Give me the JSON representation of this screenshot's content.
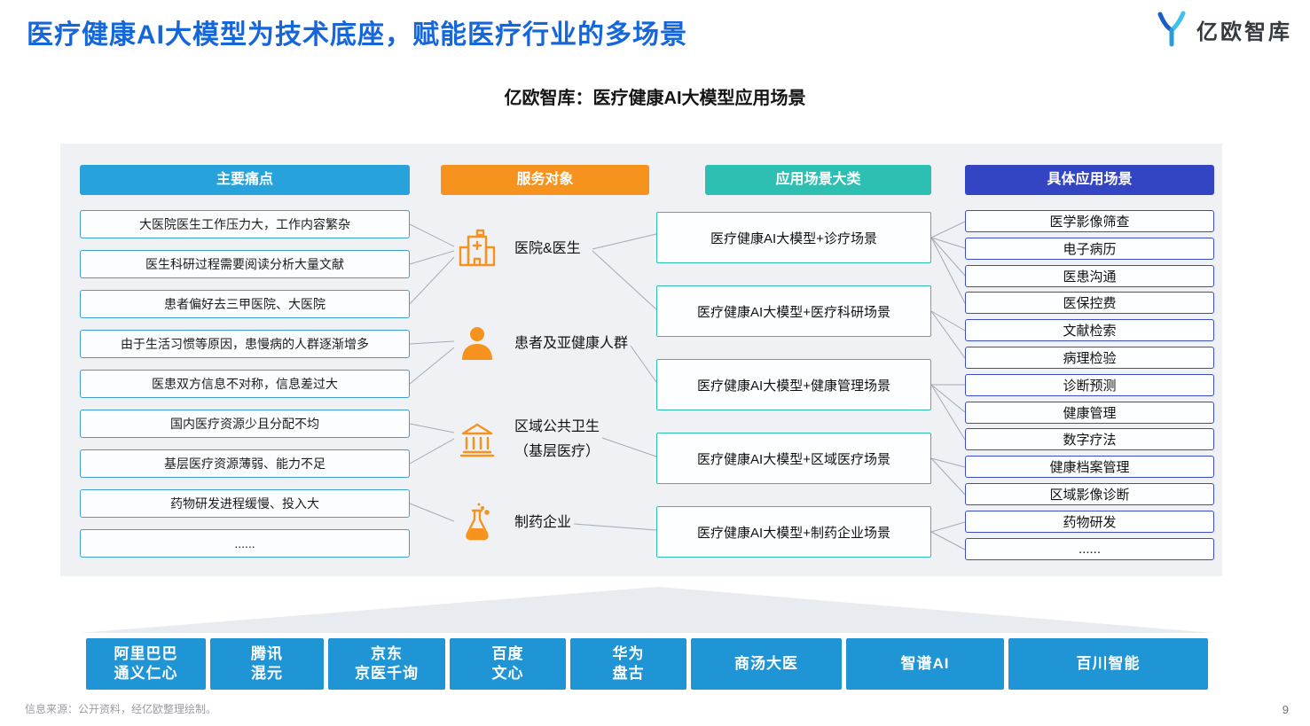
{
  "page": {
    "title": "医疗健康AI大模型为技术底座，赋能医疗行业的多场景",
    "subtitle": "亿欧智库：医疗健康AI大模型应用场景",
    "logo_text": "亿欧智库",
    "footer_source": "信息来源：公开资料，经亿欧整理绘制。",
    "page_number": "9"
  },
  "colors": {
    "title_blue": "#1566D8",
    "pain_header": "#28A2DB",
    "service_header": "#F6921E",
    "category_header": "#2DC0B2",
    "specific_header": "#3445C4",
    "pain_border": "#3E9FD6",
    "category_border": "#2FBEB1",
    "specific_border": "#3A4CC6",
    "company_blue": "#2095D5",
    "panel_bg": "#EFF1F5",
    "icon_orange": "#F6921E"
  },
  "pain_points": {
    "header": "主要痛点",
    "items": [
      "大医院医生工作压力大，工作内容繁杂",
      "医生科研过程需要阅读分析大量文献",
      "患者偏好去三甲医院、大医院",
      "由于生活习惯等原因，患慢病的人群逐渐增多",
      "医患双方信息不对称，信息差过大",
      "国内医疗资源少且分配不均",
      "基层医疗资源薄弱、能力不足",
      "药物研发进程缓慢、投入大",
      "......"
    ]
  },
  "service_objects": {
    "header": "服务对象",
    "items": [
      {
        "icon": "hospital-icon",
        "line1": "医院&医生",
        "line2": ""
      },
      {
        "icon": "patient-icon",
        "line1": "患者及亚健康人群",
        "line2": ""
      },
      {
        "icon": "public-health-icon",
        "line1": "区域公共卫生",
        "line2": "（基层医疗）"
      },
      {
        "icon": "pharma-flask-icon",
        "line1": "制药企业",
        "line2": ""
      }
    ]
  },
  "scenario_categories": {
    "header": "应用场景大类",
    "items": [
      "医疗健康AI大模型+诊疗场景",
      "医疗健康AI大模型+医疗科研场景",
      "医疗健康AI大模型+健康管理场景",
      "医疗健康AI大模型+区域医疗场景",
      "医疗健康AI大模型+制药企业场景"
    ]
  },
  "specific_scenarios": {
    "header": "具体应用场景",
    "items": [
      "医学影像筛查",
      "电子病历",
      "医患沟通",
      "医保控费",
      "文献检索",
      "病理检验",
      "诊断预测",
      "健康管理",
      "数字疗法",
      "健康档案管理",
      "区域影像诊断",
      "药物研发",
      "......"
    ]
  },
  "companies": [
    {
      "line1": "阿里巴巴",
      "line2": "通义仁心"
    },
    {
      "line1": "腾讯",
      "line2": "混元"
    },
    {
      "line1": "京东",
      "line2": "京医千询"
    },
    {
      "line1": "百度",
      "line2": "文心"
    },
    {
      "line1": "华为",
      "line2": "盘古"
    },
    {
      "line1": "商汤大医",
      "line2": ""
    },
    {
      "line1": "智谱AI",
      "line2": ""
    },
    {
      "line1": "百川智能",
      "line2": ""
    }
  ]
}
